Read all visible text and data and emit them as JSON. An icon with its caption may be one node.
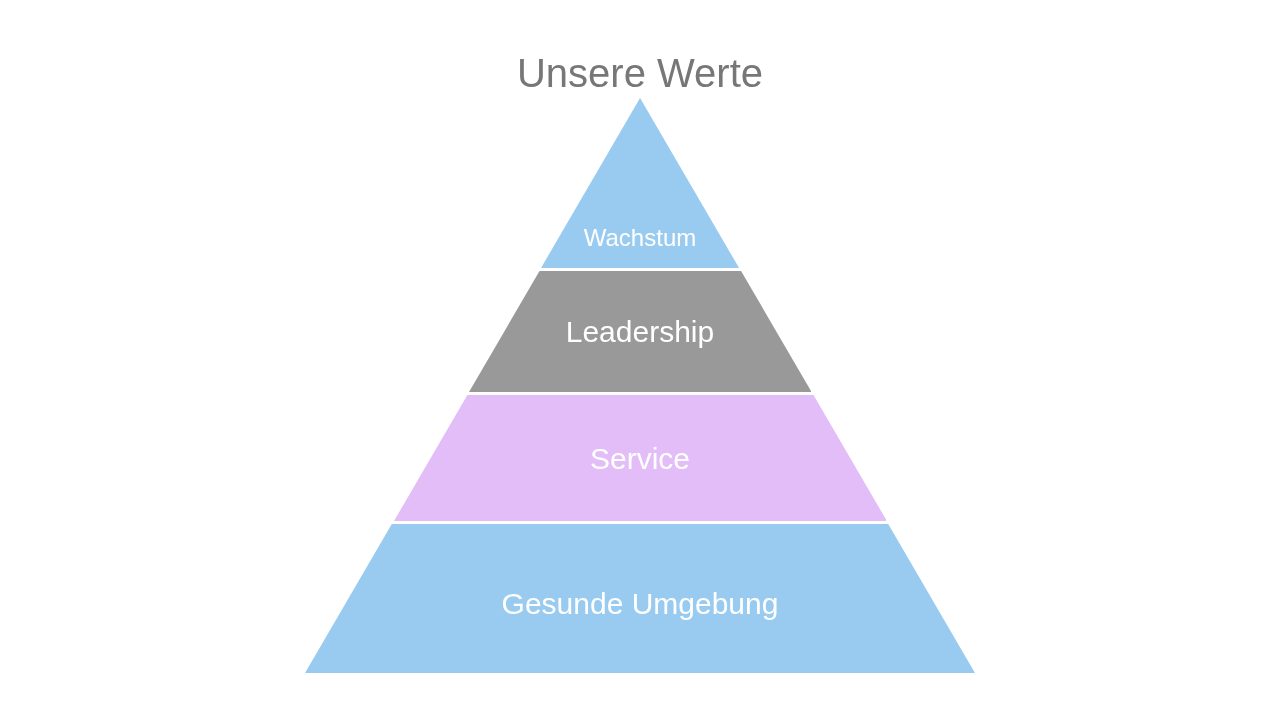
{
  "diagram": {
    "title": "Unsere Werte",
    "nodes": [
      {
        "text": [
          "Wachstum"
        ]
      },
      {
        "text": [
          "Leadership"
        ]
      },
      {
        "text": [
          "Service"
        ]
      },
      {
        "text": [
          "Gesunde Umgebung"
        ]
      }
    ]
  }
}
